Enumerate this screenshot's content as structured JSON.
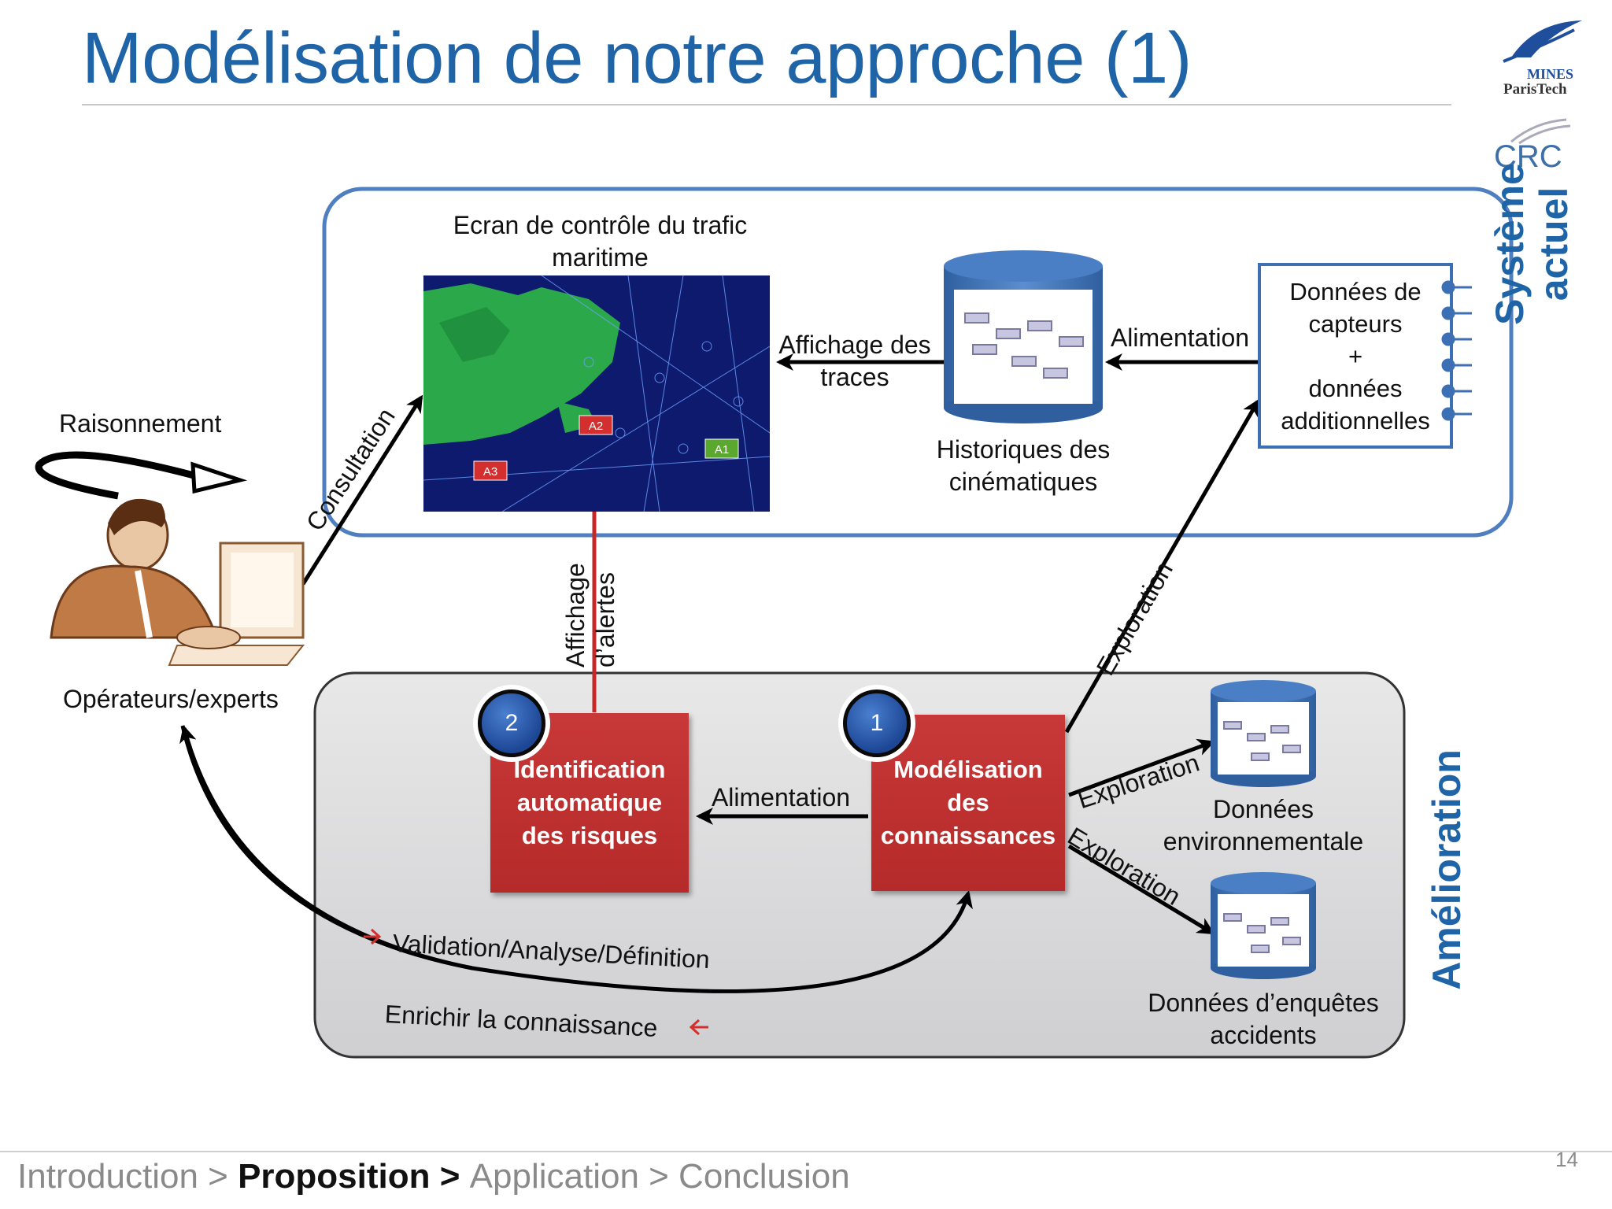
{
  "title": "Modélisation de notre approche (1)",
  "logos": {
    "mines_line1": "MINES",
    "mines_line2": "ParisTech",
    "crc": "CRC"
  },
  "systeme": {
    "label_line1": "Système",
    "label_line2": "actuel",
    "screen_title_line1": "Ecran de contrôle du trafic",
    "screen_title_line2": "maritime",
    "alerts": [
      "A2",
      "A1",
      "A3"
    ],
    "history_label_line1": "Historiques des",
    "history_label_line2": "cinématiques",
    "sensors_lines": [
      "Données de",
      "capteurs",
      "+",
      "données",
      "additionnelles"
    ],
    "affichage_traces_line1": "Affichage des",
    "affichage_traces_line2": "traces",
    "alimentation": "Alimentation"
  },
  "operators": {
    "raisonnement": "Raisonnement",
    "label": "Opérateurs/experts",
    "consultation": "Consultation"
  },
  "edges": {
    "affichage_alertes_line1": "Affichage",
    "affichage_alertes_line2": "d’alertes",
    "exploration": "Exploration"
  },
  "amelioration": {
    "label": "Amélioration",
    "box2_lines": [
      "Identification",
      "automatique",
      "des risques"
    ],
    "box1_lines": [
      "Modélisation",
      "des",
      "connaissances"
    ],
    "badge1": "1",
    "badge2": "2",
    "alimentation": "Alimentation",
    "exploration_1": "Exploration",
    "exploration_2": "Exploration",
    "env_line1": "Données",
    "env_line2": "environnementale",
    "acc_line1": "Données d’enquêtes",
    "acc_line2": "accidents",
    "validation": "Validation/Analyse/Définition",
    "enrichir": "Enrichir la connaissance"
  },
  "footer": {
    "intro": "Introduction > ",
    "current": "Proposition > ",
    "rest": "Application > Conclusion",
    "page": "14"
  },
  "colors": {
    "title_blue": "#1f64a6",
    "alert_red": "#c62828",
    "box_red": "#c0392b"
  }
}
